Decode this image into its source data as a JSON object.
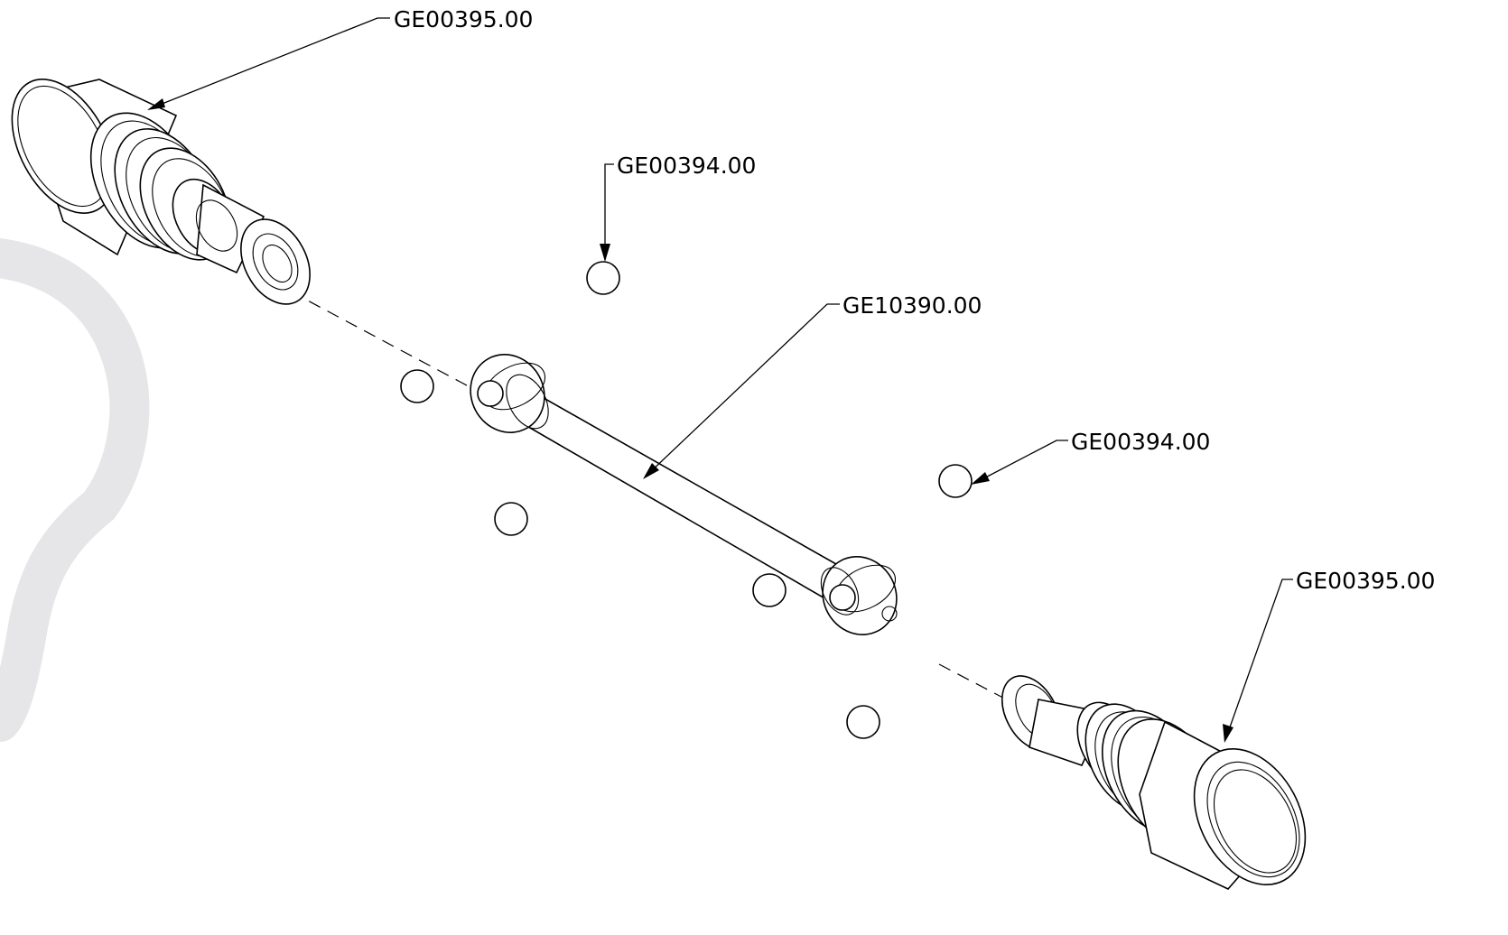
{
  "callouts": {
    "cup_top_left": "GE00395.00",
    "ball_top": "GE00394.00",
    "shaft": "GE10390.00",
    "ball_right": "GE00394.00",
    "cup_bottom_right": "GE00395.00"
  }
}
